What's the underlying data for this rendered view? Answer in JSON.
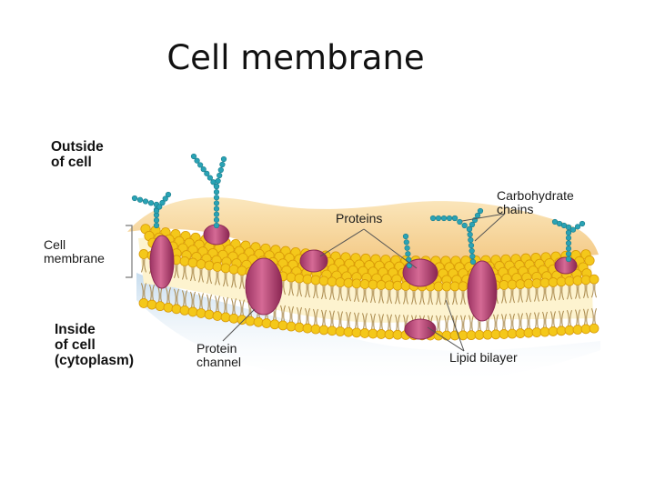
{
  "slide": {
    "title": "Cell membrane"
  },
  "labels": {
    "outside": [
      "Outside",
      "of cell"
    ],
    "cell_membrane": [
      "Cell",
      "membrane"
    ],
    "inside": [
      "Inside",
      "of cell",
      "(cytoplasm)"
    ],
    "proteins": "Proteins",
    "carbohydrate": [
      "Carbohydrate",
      "chains"
    ],
    "protein_channel": [
      "Protein",
      "channel"
    ],
    "lipid_bilayer": "Lipid bilayer"
  },
  "colors": {
    "head": "#f4c81a",
    "head_dark": "#d99a07",
    "tail": "#a8874a",
    "protein": "#c8507e",
    "protein_dark": "#8e2a56",
    "carbohydrate": "#2aa3b5",
    "membrane_top": "#f7d594",
    "cytoplasm": "#c9dff0"
  }
}
